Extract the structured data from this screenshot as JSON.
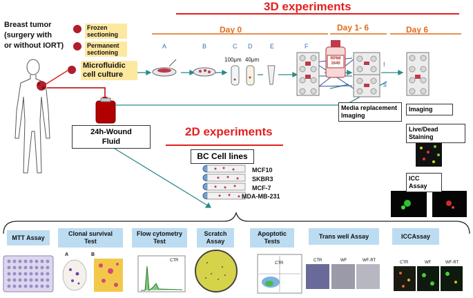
{
  "titles": {
    "three_d": "3D experiments",
    "two_d": "2D experiments",
    "day0": "Day 0",
    "day1_6": "Day 1- 6",
    "day6": "Day 6"
  },
  "tumor_label": "Breast tumor\n(surgery with\nor without IORT)",
  "branches": {
    "frozen": "Frozen\nsectioning",
    "permanent": "Permanent\nsectioning",
    "microfluidic": "Microfluidic\ncell culture"
  },
  "steps": [
    "A",
    "B",
    "C",
    "D",
    "E",
    "F"
  ],
  "filters": [
    "100μm",
    "40μm"
  ],
  "bottle_label": "RPMI\n1640",
  "conditions": [
    "I",
    "II"
  ],
  "media_box": "Media replacement\nImaging",
  "day6_boxes": [
    "Imaging",
    "Live/Dead Staining",
    "ICC Assay"
  ],
  "wound_fluid": "24h-Wound\nFluid",
  "cell_lines_title": "BC Cell lines",
  "cell_lines": [
    "MCF10",
    "SKBR3",
    "MCF-7",
    "MDA-MB-231"
  ],
  "assays": [
    "MTT Assay",
    "Clonal survival\nTest",
    "Flow cytometry\nTest",
    "Scratch\nAssay",
    "Apoptotic\nTests",
    "Trans well Assay",
    "ICCAssay"
  ],
  "clonal_panel_labels": [
    "A",
    "B"
  ],
  "flow_label": "CTR",
  "apoptotic_label": "CTR",
  "transwell_labels": [
    "CTR",
    "WF",
    "WF-RT"
  ],
  "icc_labels": [
    "CTR",
    "WF",
    "WF-RT"
  ],
  "colors": {
    "red": "#e41e1e",
    "orange": "#e06c1c",
    "teal": "#2a8a8a",
    "yellow_box": "#fde8a0",
    "blue_box": "#bcdcf1"
  }
}
